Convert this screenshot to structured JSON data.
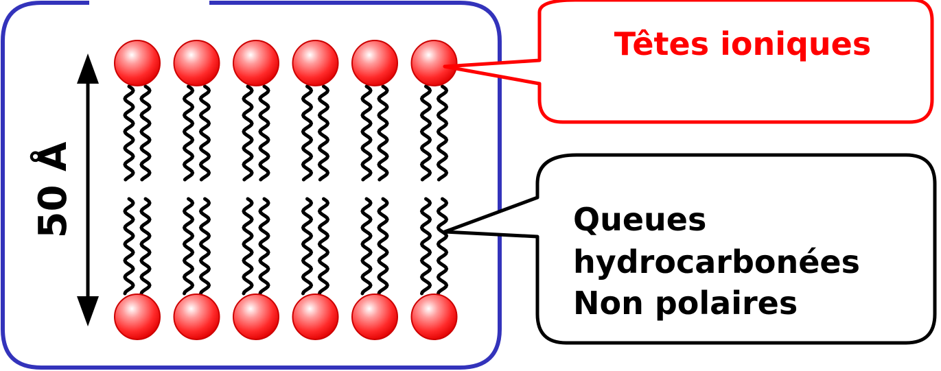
{
  "scale_label": "50 Å",
  "heads_label": "Têtes ioniques",
  "tails_label": {
    "line1": "Queues",
    "line2": "hydrocarbonées",
    "line3": "Non polaires"
  },
  "colors": {
    "frame": "#3333bb",
    "head_fill": "#ff2222",
    "head_highlight": "#ffffff",
    "heads_callout_border": "#ff0000",
    "heads_text": "#ff0000",
    "tails_callout_border": "#000000",
    "tails_text": "#000000",
    "tail_stroke": "#000000",
    "arrow": "#000000"
  },
  "molecule_columns": 6,
  "layers": [
    "top",
    "bottom"
  ]
}
